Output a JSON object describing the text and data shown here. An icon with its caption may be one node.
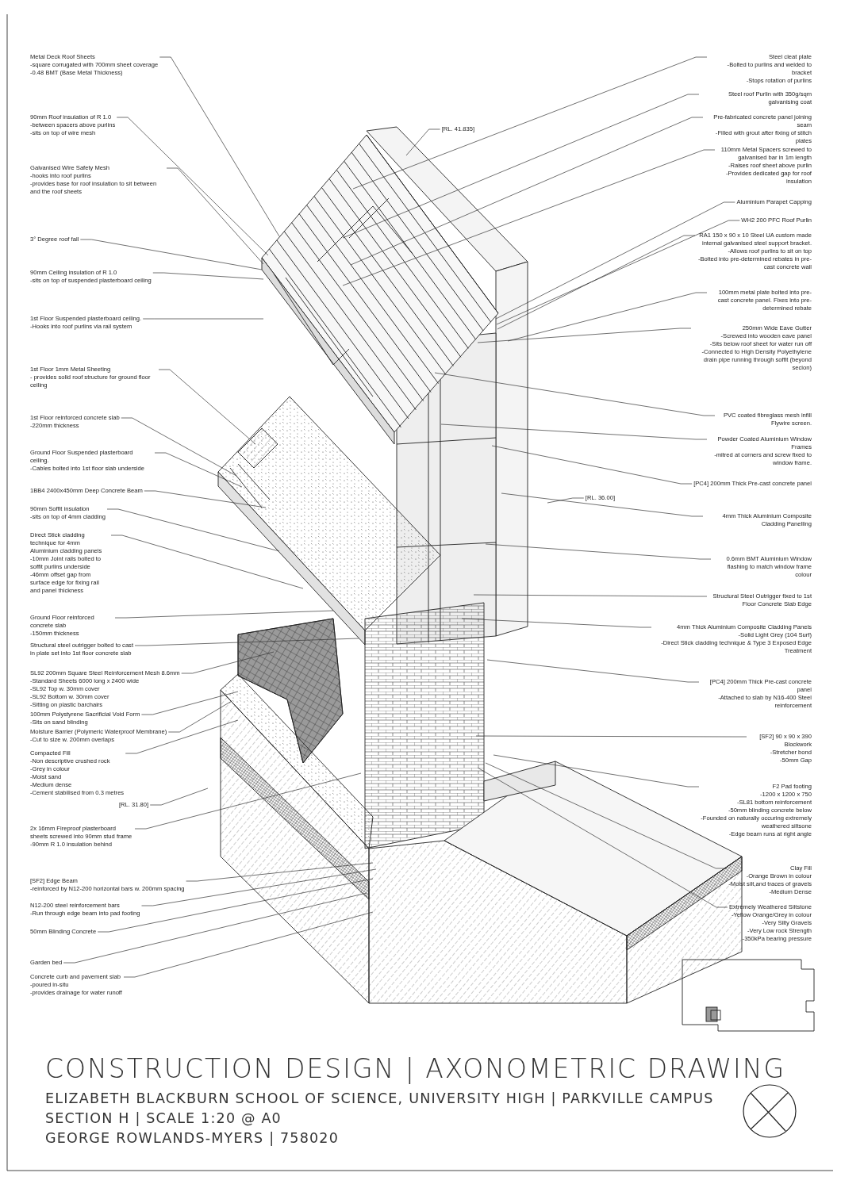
{
  "diagram": {
    "title": "CONSTRUCTION DESIGN | AXONOMETRIC DRAWING",
    "nodes": [
      {
        "text": [
          "Metal Deck Roof Sheets",
          "-square corrugated with 700mm sheet coverage",
          "-0.48 BMT (Base Metal Thickness)"
        ]
      },
      {
        "text": [
          "90mm Roof insulation of R 1.0",
          "-between spacers above purlins",
          "-sits on top of wire mesh"
        ]
      },
      {
        "text": [
          "Galvanised Wire Safety Mesh",
          "-hooks into roof purlins",
          "-provides base for roof insulation to sit between and the roof sheets"
        ]
      },
      {
        "text": [
          "3° Degree roof fall"
        ]
      },
      {
        "text": [
          "90mm Ceiling insulation of R 1.0",
          "-sits on top of suspended plasterboard ceiling"
        ]
      },
      {
        "text": [
          "1st Floor Suspended plasterboard ceiling.",
          "-Hooks into roof purlins via rail system"
        ]
      },
      {
        "text": [
          "1st Floor 1mm Metal Sheeting",
          "- provides solid roof structure for ground floor ceiling"
        ]
      },
      {
        "text": [
          "1st Floor reinforced concrete slab",
          "-220mm thickness"
        ]
      },
      {
        "text": [
          "Ground Floor Suspended plasterboard ceiling.",
          "-Cables bolted into 1st floor slab underside"
        ]
      },
      {
        "text": [
          "1BB4 2400x450mm Deep Concrete Beam"
        ]
      },
      {
        "text": [
          "90mm Soffit insulation",
          "-sits on top of 4mm cladding"
        ]
      },
      {
        "text": [
          "Direct Stick cladding technique for 4mm Aluminium cladding panels",
          "-10mm Joint rails bolted to soffit purlins underside",
          "-46mm offset gap from surface edge for fixing rail and panel thickness"
        ]
      },
      {
        "text": [
          "Ground Floor reinforced concrete slab",
          "-150mm thickness"
        ]
      },
      {
        "text": [
          "Structural steel outrigger bolted to cast in plate set into 1st floor concrete slab"
        ]
      },
      {
        "text": [
          "SL92 200mm Square Steel Reinforcement Mesh 8.6mm",
          "-Standard Sheets 6000 long x 2400 wide",
          "-SL92 Top w. 30mm cover",
          "-SL92 Bottom w. 30mm cover",
          "-Sitting on plastic barchairs"
        ]
      },
      {
        "text": [
          "100mm Polystyrene Sacrificial Void Form",
          "-Sits on sand blinding"
        ]
      },
      {
        "text": [
          "Moisture Barrier (Polymeric Waterproof Membrane)",
          "-Cut to size w. 200mm overlaps"
        ]
      },
      {
        "text": [
          "Compacted Fill",
          "-Non descriptive crushed rock",
          "-Grey in colour",
          "-Moist sand",
          "-Medium dense",
          "-Cement stabilised from 0.3 metres"
        ]
      },
      {
        "text": [
          "[RL. 31.80]"
        ]
      },
      {
        "text": [
          "2x 16mm Fireproof plasterboard sheets screwed into 90mm stud frame",
          "-90mm R 1.0 insulation behind"
        ]
      },
      {
        "text": [
          "[SF2] Edge Beam",
          "-reinforced by N12-200 horizontal bars w. 200mm spacing"
        ]
      },
      {
        "text": [
          "N12-200 steel reinforcement bars",
          "-Run through edge beam into pad footing"
        ]
      },
      {
        "text": [
          "50mm Blinding Concrete"
        ]
      },
      {
        "text": [
          "Garden bed"
        ]
      },
      {
        "text": [
          "Concrete curb and pavement slab",
          "-poured in-situ",
          "-provides drainage for water runoff"
        ]
      },
      {
        "text": [
          "[RL. 41.835]"
        ]
      },
      {
        "text": [
          "Steel cleat plate",
          "-Bolted to purlins and welded to bracket",
          "-Stops rotation of purlins"
        ]
      },
      {
        "text": [
          "Steel roof Purlin with 350g/sqm galvanising coat"
        ]
      },
      {
        "text": [
          "Pre-fabricated concrete panel joining seam",
          "-Filled with grout after fixing of stitch plates"
        ]
      },
      {
        "text": [
          "110mm Metal Spacers screwed to galvanised bar in 1m length",
          "-Raises roof sheet above purlin",
          "-Provides dedicated gap for roof insulation"
        ]
      },
      {
        "text": [
          "Aluminium Parapet Capping"
        ]
      },
      {
        "text": [
          "WH2 200 PFC Roof Purlin"
        ]
      },
      {
        "text": [
          "RA1 150 x 90 x 10 Steel UA custom made internal galvanised steel support bracket.",
          "-Allows roof purlins to sit on top",
          "-Bolted into pre-determined rebates in pre-cast concrete wall"
        ]
      },
      {
        "text": [
          "100mm metal plate bolted into pre-cast concrete panel. Fixes into pre-determined rebate"
        ]
      },
      {
        "text": [
          "250mm Wide Eave Gutter",
          "-Screwed into wooden eave panel",
          "-Sits below roof sheet for water run off",
          "-Connected to High Density Polyethylene drain pipe running through soffit (beyond secion)"
        ]
      },
      {
        "text": [
          "PVC coated fibreglass mesh infill Flywire screen."
        ]
      },
      {
        "text": [
          "Powder Coated Aluminium Window Frames",
          "-mitred at corners and screw fixed to window frame."
        ]
      },
      {
        "text": [
          "[PC4] 200mm Thick Pre-cast concrete panel"
        ]
      },
      {
        "text": [
          "[RL. 36.00]"
        ]
      },
      {
        "text": [
          "4mm Thick Aluminium Composite Cladding Panelling"
        ]
      },
      {
        "text": [
          "0.6mm BMT Aluminium Window flashing to match window frame colour"
        ]
      },
      {
        "text": [
          "Structural Steel Outrigger fixed to 1st Floor Concrete Slab Edge"
        ]
      },
      {
        "text": [
          "4mm Thick Aluminium Composite Cladding Panels",
          "-Solid Light Grey (104 Surf)",
          "-Direct Stick cladding technique & Type 3 Exposed Edge Treatment"
        ]
      },
      {
        "text": [
          "[PC4] 200mm Thick Pre-cast concrete panel",
          "-Attached to slab by N16-400 Steel reinforcement"
        ]
      },
      {
        "text": [
          "[SF2] 90 x 90 x 390 Blockwork",
          "-Stretcher bond",
          "-50mm Gap"
        ]
      },
      {
        "text": [
          "F2 Pad footing",
          "-1200 x 1200 x 750",
          "-SL81 bottom reinforcement",
          "-50mm blinding concrete below",
          "-Founded on naturally occuring extremely weathered siltsone",
          "-Edge beam runs at right angle"
        ]
      },
      {
        "text": [
          "Clay Fill",
          "-Orange Brown in colour",
          "-Moist silt,and traces of gravels",
          "-Medium Dense"
        ]
      },
      {
        "text": [
          "Extremely Weathered Siltstone",
          "-Yellow Orange/Grey in colour",
          "-Very Silty Gravels",
          "-Very Low rock Strength",
          "-350kPa bearing pressure"
        ]
      }
    ],
    "edges": [
      {
        "from": 0,
        "to": null,
        "arrow": "none"
      },
      {
        "from": 1,
        "to": null,
        "arrow": "none"
      },
      {
        "from": 2,
        "to": null,
        "arrow": "none"
      },
      {
        "from": 3,
        "to": null,
        "arrow": "none"
      },
      {
        "from": 4,
        "to": null,
        "arrow": "none"
      },
      {
        "from": 5,
        "to": null,
        "arrow": "none"
      },
      {
        "from": 6,
        "to": null,
        "arrow": "none"
      },
      {
        "from": 7,
        "to": null,
        "arrow": "none"
      },
      {
        "from": 8,
        "to": null,
        "arrow": "none"
      },
      {
        "from": 9,
        "to": null,
        "arrow": "none"
      },
      {
        "from": 10,
        "to": null,
        "arrow": "none"
      },
      {
        "from": 11,
        "to": null,
        "arrow": "none"
      },
      {
        "from": 12,
        "to": null,
        "arrow": "none"
      },
      {
        "from": 13,
        "to": null,
        "arrow": "none"
      },
      {
        "from": 14,
        "to": null,
        "arrow": "none"
      },
      {
        "from": 15,
        "to": null,
        "arrow": "none"
      },
      {
        "from": 16,
        "to": null,
        "arrow": "none"
      },
      {
        "from": 17,
        "to": null,
        "arrow": "none"
      },
      {
        "from": 18,
        "to": null,
        "arrow": "none"
      },
      {
        "from": 19,
        "to": null,
        "arrow": "none"
      },
      {
        "from": 20,
        "to": null,
        "arrow": "none"
      },
      {
        "from": 21,
        "to": null,
        "arrow": "none"
      },
      {
        "from": 22,
        "to": null,
        "arrow": "none"
      },
      {
        "from": 23,
        "to": null,
        "arrow": "none"
      },
      {
        "from": 24,
        "to": null,
        "arrow": "none"
      },
      {
        "from": 25,
        "to": null,
        "arrow": "none"
      },
      {
        "from": 26,
        "to": null,
        "arrow": "none"
      },
      {
        "from": 27,
        "to": null,
        "arrow": "none"
      },
      {
        "from": 28,
        "to": null,
        "arrow": "none"
      },
      {
        "from": 29,
        "to": null,
        "arrow": "none"
      },
      {
        "from": 30,
        "to": null,
        "arrow": "none"
      },
      {
        "from": 31,
        "to": null,
        "arrow": "none"
      },
      {
        "from": 32,
        "to": null,
        "arrow": "none"
      },
      {
        "from": 33,
        "to": null,
        "arrow": "none"
      },
      {
        "from": 34,
        "to": null,
        "arrow": "none"
      },
      {
        "from": 35,
        "to": null,
        "arrow": "none"
      },
      {
        "from": 36,
        "to": null,
        "arrow": "none"
      },
      {
        "from": 37,
        "to": null,
        "arrow": "none"
      },
      {
        "from": 38,
        "to": null,
        "arrow": "none"
      },
      {
        "from": 39,
        "to": null,
        "arrow": "none"
      },
      {
        "from": 40,
        "to": null,
        "arrow": "none"
      },
      {
        "from": 41,
        "to": null,
        "arrow": "none"
      },
      {
        "from": 42,
        "to": null,
        "arrow": "none"
      },
      {
        "from": 43,
        "to": null,
        "arrow": "none"
      },
      {
        "from": 44,
        "to": null,
        "arrow": "none"
      },
      {
        "from": 45,
        "to": null,
        "arrow": "none"
      },
      {
        "from": 46,
        "to": null,
        "arrow": "none"
      },
      {
        "from": 47,
        "to": null,
        "arrow": "none"
      }
    ],
    "labels": [
      "ELIZABETH BLACKBURN SCHOOL OF SCIENCE, UNIVERSITY HIGH | PARKVILLE CAMPUS",
      "SECTION H | SCALE 1:20 @ A0",
      "GEORGE ROWLANDS-MYERS | 758020"
    ]
  }
}
